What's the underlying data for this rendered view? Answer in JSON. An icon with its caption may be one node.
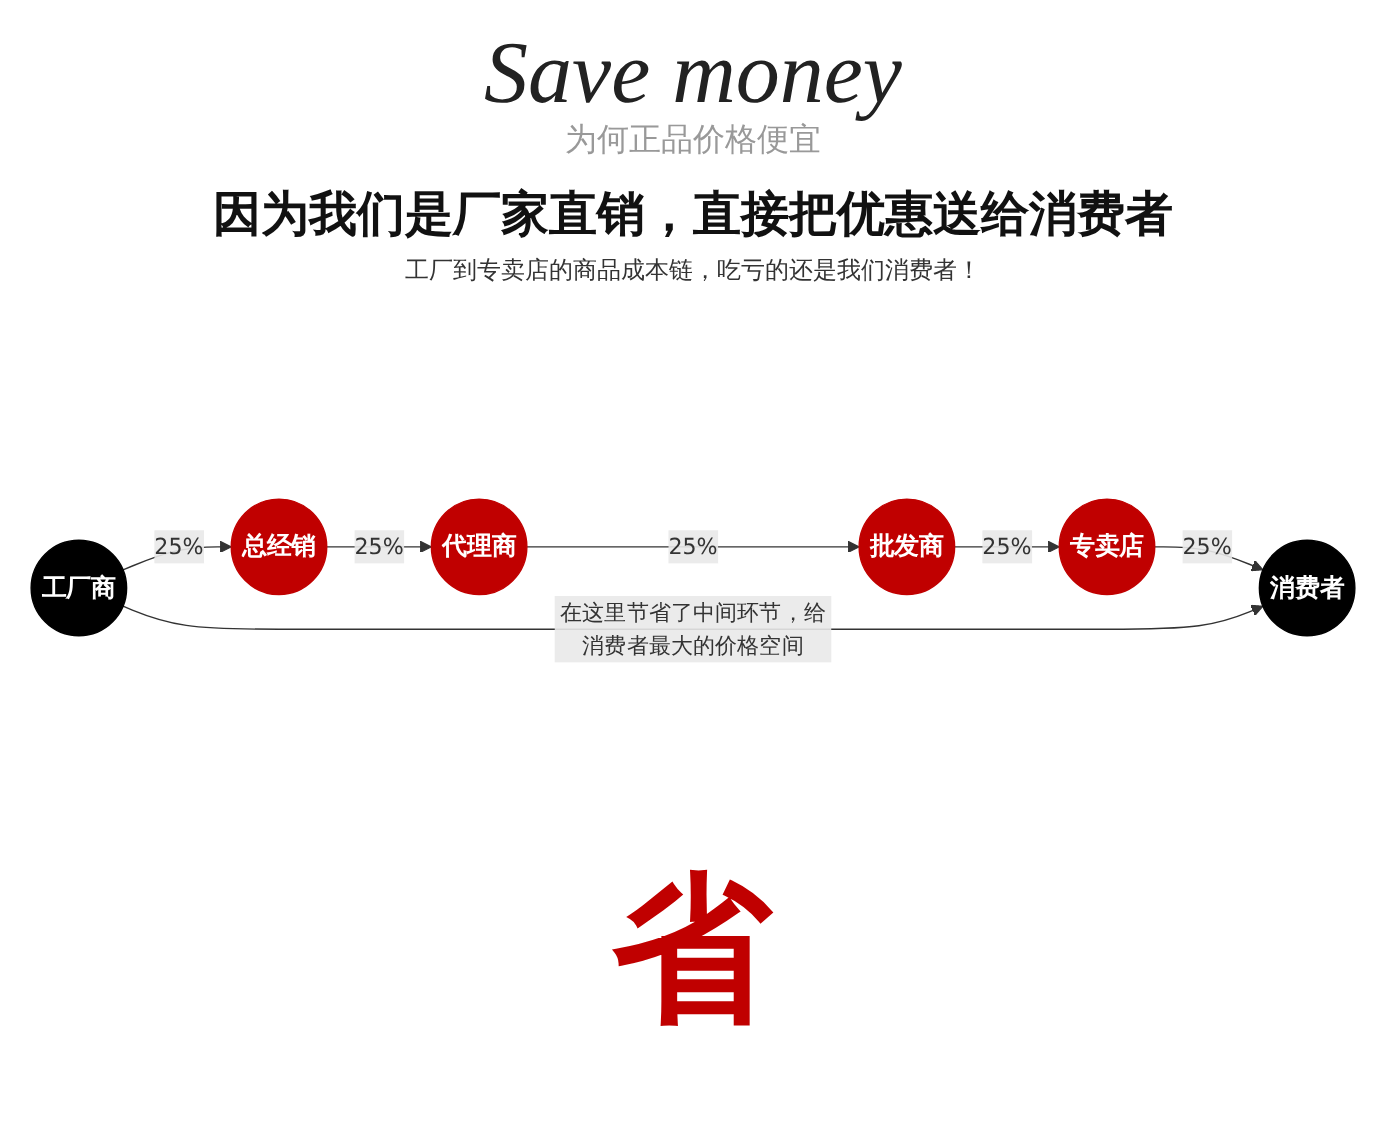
{
  "diagram": {
    "title": "Save money",
    "nodes": [
      {
        "text": [
          "工厂商"
        ]
      },
      {
        "text": [
          "总经销"
        ]
      },
      {
        "text": [
          "代理商"
        ]
      },
      {
        "text": [
          "批发商"
        ]
      },
      {
        "text": [
          "专卖店"
        ]
      },
      {
        "text": [
          "消费者"
        ]
      }
    ],
    "edges": [
      {
        "from": 0,
        "to": 1,
        "arrow": "to",
        "label": "25%"
      },
      {
        "from": 1,
        "to": 2,
        "arrow": "to",
        "label": "25%"
      },
      {
        "from": 2,
        "to": 3,
        "arrow": "to",
        "label": "25%"
      },
      {
        "from": 3,
        "to": 4,
        "arrow": "to",
        "label": "25%"
      },
      {
        "from": 4,
        "to": 5,
        "arrow": "to",
        "label": "25%"
      },
      {
        "from": 0,
        "to": 5,
        "arrow": "to",
        "label": "在这里节省了中间环节，给消费者最大的价格空间"
      }
    ],
    "labels": [
      "为何正品价格便宜",
      "因为我们是厂家直销，直接把优惠送给消费者",
      "工厂到专卖店的商品成本链，吃亏的还是我们消费者！",
      "省"
    ]
  }
}
